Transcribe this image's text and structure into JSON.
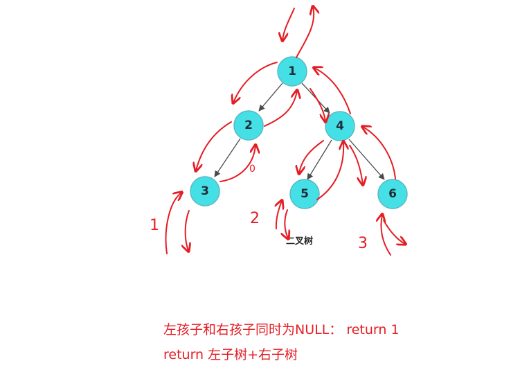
{
  "tree": {
    "caption": "二叉树",
    "nodes": [
      {
        "id": "n1",
        "label": "1"
      },
      {
        "id": "n2",
        "label": "2"
      },
      {
        "id": "n3",
        "label": "3"
      },
      {
        "id": "n4",
        "label": "4"
      },
      {
        "id": "n5",
        "label": "5"
      },
      {
        "id": "n6",
        "label": "6"
      }
    ],
    "edges": [
      [
        "n1",
        "n2"
      ],
      [
        "n1",
        "n4"
      ],
      [
        "n2",
        "n3"
      ],
      [
        "n4",
        "n5"
      ],
      [
        "n4",
        "n6"
      ]
    ]
  },
  "annotations": {
    "leaf_counts": [
      "1",
      "2",
      "3"
    ],
    "zero_mark": "0"
  },
  "notes": {
    "line1": "左孩子和右孩子同时为NULL： return 1",
    "line2": "return 左子树+右子树"
  },
  "colors": {
    "node_fill": "#45e0e6",
    "ink": "#e51c23"
  }
}
